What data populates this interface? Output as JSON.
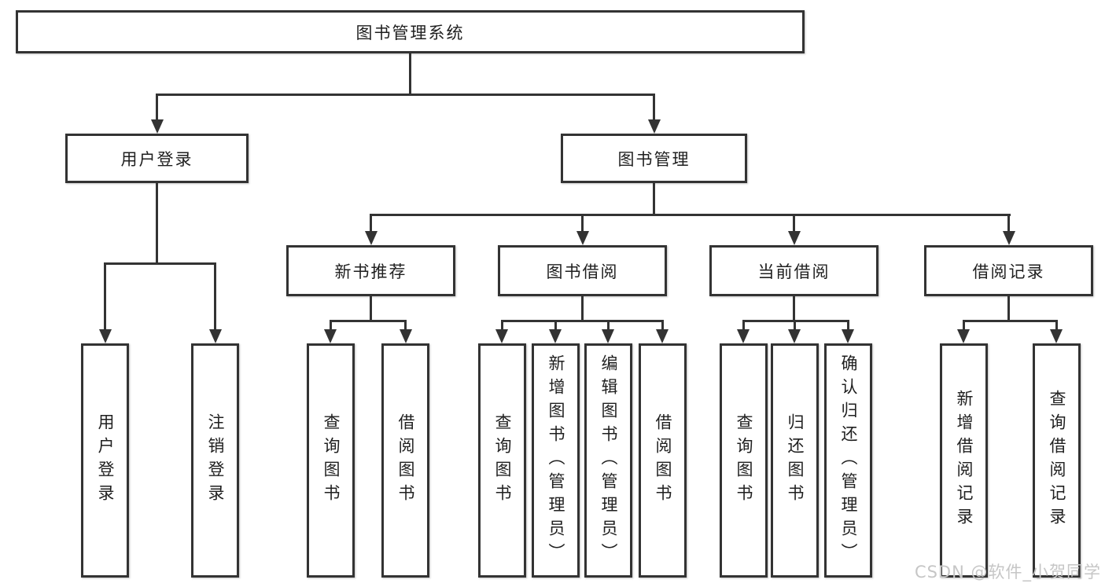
{
  "diagram": {
    "root": {
      "label": "图书管理系统"
    },
    "level2": [
      {
        "label": "用户登录"
      },
      {
        "label": "图书管理"
      }
    ],
    "level3": [
      {
        "label": "新书推荐"
      },
      {
        "label": "图书借阅"
      },
      {
        "label": "当前借阅"
      },
      {
        "label": "借阅记录"
      }
    ],
    "leaves": [
      {
        "label": "用户登录"
      },
      {
        "label": "注销登录"
      },
      {
        "label": "查询图书"
      },
      {
        "label": "借阅图书"
      },
      {
        "label": "查询图书"
      },
      {
        "label": "新增图书（管理员）"
      },
      {
        "label": "编辑图书（管理员）"
      },
      {
        "label": "借阅图书"
      },
      {
        "label": "查询图书"
      },
      {
        "label": "归还图书"
      },
      {
        "label": "确认归还（管理员）"
      },
      {
        "label": "新增借阅记录"
      },
      {
        "label": "查询借阅记录"
      }
    ]
  },
  "watermark": {
    "text": "CSDN @软件_小贺同学"
  },
  "colors": {
    "line": "#333333",
    "box_background": "#ffffff",
    "text": "#1f1f1f",
    "watermark": "#c6c6c6"
  }
}
